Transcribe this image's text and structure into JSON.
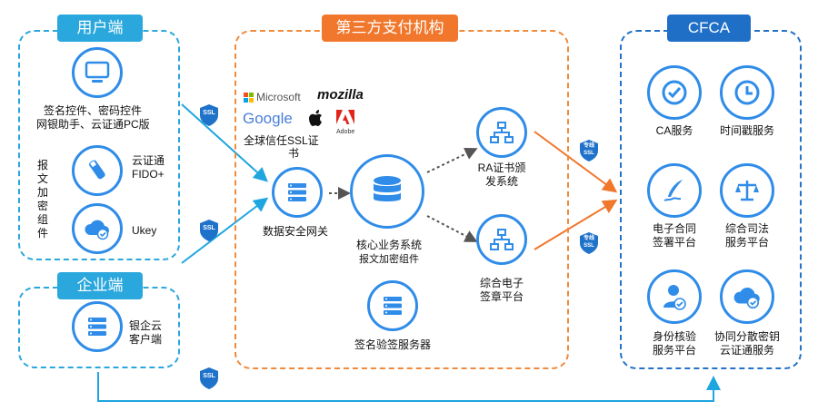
{
  "zones": {
    "user": {
      "title": "用户端"
    },
    "enterprise": {
      "title": "企业端"
    },
    "third_party": {
      "title": "第三方支付机构"
    },
    "cfca": {
      "title": "CFCA"
    }
  },
  "user_side": {
    "items": [
      {
        "label_line1": "签名控件、密码控件",
        "label_line2": "网银助手、云证通PC版",
        "icon": "monitor-icon"
      },
      {
        "label_line1": "云证通",
        "label_line2": "FIDO+",
        "icon": "usb-key-icon"
      },
      {
        "label_line1": "Ukey",
        "icon": "cloud-check-icon"
      }
    ],
    "vertical_label": "报文加密组件"
  },
  "enterprise_side": {
    "item": {
      "label_line1": "银企云",
      "label_line2": "客户端",
      "icon": "server-icon"
    }
  },
  "third_party": {
    "logos": {
      "microsoft": "Microsoft",
      "mozilla": "mozilla",
      "google": "Google",
      "adobe": "Adobe"
    },
    "ssl_caption_line1": "全球信任SSL证",
    "ssl_caption_line2": "书",
    "gateway": {
      "label": "数据安全网关",
      "icon": "server-icon"
    },
    "core": {
      "label_line1": "核心业务系统",
      "label_line2": "报文加密组件",
      "icon": "database-icon"
    },
    "ra": {
      "label_line1": "RA证书颁",
      "label_line2": "发系统",
      "icon": "network-icon"
    },
    "esign": {
      "label_line1": "综合电子",
      "label_line2": "签章平台",
      "icon": "network-icon"
    },
    "verify_server": {
      "label": "签名验签服务器",
      "icon": "server-icon"
    }
  },
  "cfca": {
    "items": [
      {
        "label_line1": "CA服务",
        "icon": "badge-check-icon"
      },
      {
        "label_line1": "时间戳服务",
        "icon": "clock-icon"
      },
      {
        "label_line1": "电子合同",
        "label_line2": "签署平台",
        "icon": "pen-icon"
      },
      {
        "label_line1": "综合司法",
        "label_line2": "服务平台",
        "icon": "scales-icon"
      },
      {
        "label_line1": "身份核验",
        "label_line2": "服务平台",
        "icon": "user-check-icon"
      },
      {
        "label_line1": "协同分散密钥",
        "label_line2": "云证通服务",
        "icon": "cloud-check-icon"
      }
    ]
  },
  "badges": {
    "ssl": "SSL",
    "dedicated_line1": "专线",
    "dedicated_line2": "SSL"
  },
  "colors": {
    "blue_zone": "#2aa7dc",
    "orange_zone": "#f08a3c",
    "navy_zone": "#2372c8",
    "icon_blue": "#2f8ce8",
    "arrow_orange": "#f0772c",
    "arrow_blue": "#1fa6e0"
  }
}
